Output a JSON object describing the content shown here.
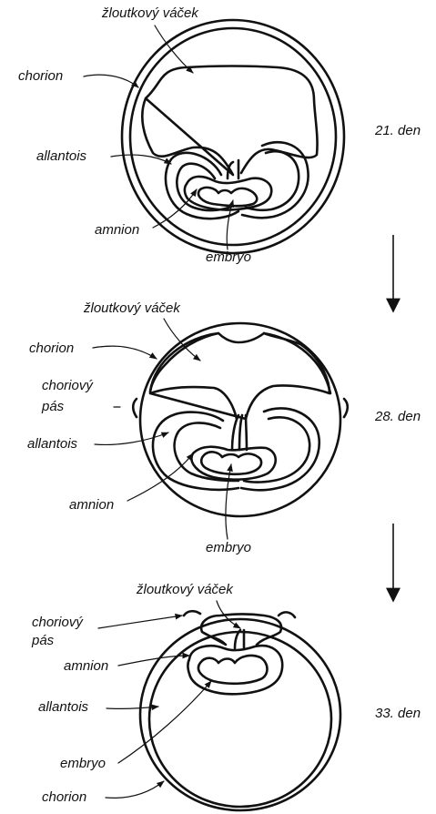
{
  "stages": [
    {
      "day": "21. den",
      "labels": {
        "yolk_sac": "žloutkový váček",
        "chorion": "chorion",
        "allantois": "allantois",
        "amnion": "amnion",
        "embryo": "embryo"
      }
    },
    {
      "day": "28. den",
      "labels": {
        "yolk_sac": "žloutkový váček",
        "chorion": "chorion",
        "chorionic_band_line1": "choriový",
        "chorionic_band_line2": "pás",
        "allantois": "allantois",
        "amnion": "amnion",
        "embryo": "embryo"
      }
    },
    {
      "day": "33. den",
      "labels": {
        "yolk_sac": "žloutkový váček",
        "chorionic_band_line1": "choriový",
        "chorionic_band_line2": "pás",
        "amnion": "amnion",
        "allantois": "allantois",
        "embryo": "embryo",
        "chorion": "chorion"
      }
    }
  ]
}
